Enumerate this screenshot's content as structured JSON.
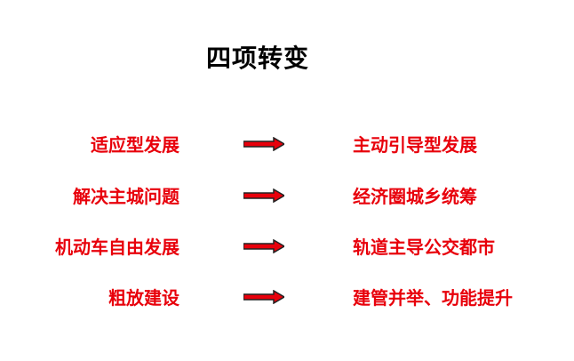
{
  "slide": {
    "title": "四项转变",
    "accent_color": "#e8000b",
    "text_color": "#000000",
    "arrow_icon": "right-arrow-icon",
    "rows": [
      {
        "from": "适应型发展",
        "to": "主动引导型发展"
      },
      {
        "from": "解决主城问题",
        "to": "经济圈城乡统筹"
      },
      {
        "from": "机动车自由发展",
        "to": "轨道主导公交都市"
      },
      {
        "from": "粗放建设",
        "to": "建管并举、功能提升"
      }
    ]
  }
}
